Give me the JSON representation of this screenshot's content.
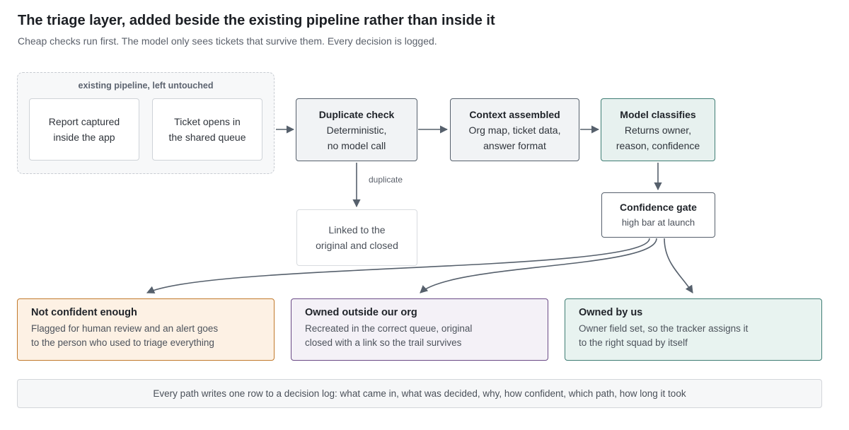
{
  "header": {
    "title": "The triage layer, added beside the existing pipeline rather than inside it",
    "subtitle": "Cheap checks run first. The model only sees tickets that survive them. Every decision is logged."
  },
  "group": {
    "label": "existing pipeline, left untouched"
  },
  "nodes": {
    "report_captured": {
      "body": "Report captured\ninside the app"
    },
    "ticket_opens": {
      "body": "Ticket opens in\nthe shared queue"
    },
    "duplicate_check": {
      "title": "Duplicate check",
      "body": "Deterministic,\nno model call"
    },
    "context_assembled": {
      "title": "Context assembled",
      "body": "Org map, ticket data,\nanswer format"
    },
    "model_classifies": {
      "title": "Model classifies",
      "body": "Returns owner,\nreason, confidence"
    },
    "confidence_gate": {
      "title": "Confidence gate",
      "body": "high bar at launch"
    },
    "linked_closed": {
      "body": "Linked to the\noriginal and closed"
    }
  },
  "edges": {
    "duplicate_label": "duplicate"
  },
  "outcomes": [
    {
      "title": "Not confident enough",
      "body": "Flagged for human review and an alert goes\nto the person who used to triage everything"
    },
    {
      "title": "Owned outside our org",
      "body": "Recreated in the correct queue, original\nclosed with a link so the trail survives"
    },
    {
      "title": "Owned by us",
      "body": "Owner field set, so the tracker assigns it\nto the right squad by itself"
    }
  ],
  "footer": {
    "text": "Every path writes one row to a decision log: what came in, what was decided, why, how confident, which path, how long it took"
  },
  "colors": {
    "connector": "#56606c",
    "model_accent": "#3f7d74",
    "outcome_orange": "#c27a2c",
    "outcome_purple": "#6a4a86",
    "outcome_teal": "#3f7d74"
  }
}
